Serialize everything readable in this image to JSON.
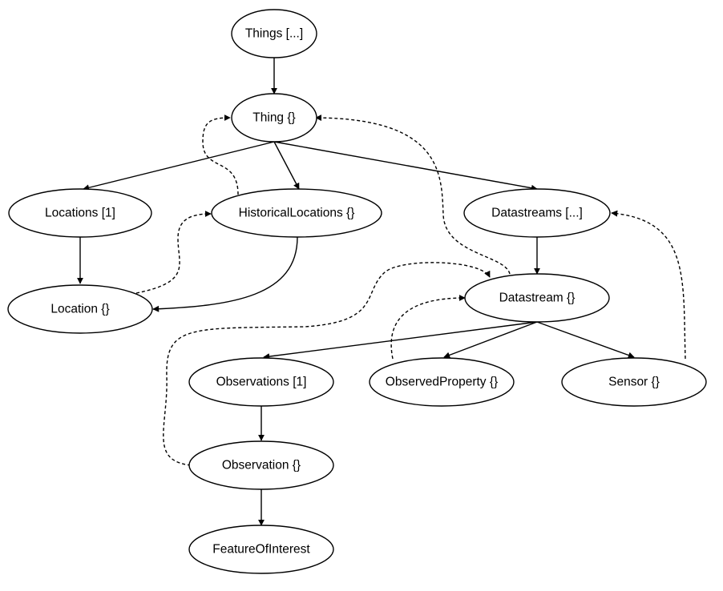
{
  "nodes": [
    {
      "id": "things",
      "label": "Things [...]"
    },
    {
      "id": "thing",
      "label": "Thing {}"
    },
    {
      "id": "locations",
      "label": "Locations [1]"
    },
    {
      "id": "historical-locations",
      "label": "HistoricalLocations {}"
    },
    {
      "id": "datastreams",
      "label": "Datastreams [...]"
    },
    {
      "id": "location",
      "label": "Location {}"
    },
    {
      "id": "datastream",
      "label": "Datastream {}"
    },
    {
      "id": "observations",
      "label": "Observations [1]"
    },
    {
      "id": "observed-property",
      "label": "ObservedProperty {}"
    },
    {
      "id": "sensor",
      "label": "Sensor {}"
    },
    {
      "id": "observation",
      "label": "Observation {}"
    },
    {
      "id": "feature-of-interest",
      "label": "FeatureOfInterest"
    }
  ],
  "edges": [
    {
      "from": "things",
      "to": "thing",
      "style": "solid"
    },
    {
      "from": "thing",
      "to": "locations",
      "style": "solid"
    },
    {
      "from": "thing",
      "to": "historical-locations",
      "style": "solid"
    },
    {
      "from": "thing",
      "to": "datastreams",
      "style": "solid"
    },
    {
      "from": "locations",
      "to": "location",
      "style": "solid"
    },
    {
      "from": "historical-locations",
      "to": "location",
      "style": "solid"
    },
    {
      "from": "datastreams",
      "to": "datastream",
      "style": "solid"
    },
    {
      "from": "datastream",
      "to": "observations",
      "style": "solid"
    },
    {
      "from": "datastream",
      "to": "observed-property",
      "style": "solid"
    },
    {
      "from": "datastream",
      "to": "sensor",
      "style": "solid"
    },
    {
      "from": "observations",
      "to": "observation",
      "style": "solid"
    },
    {
      "from": "observation",
      "to": "feature-of-interest",
      "style": "solid"
    },
    {
      "from": "historical-locations",
      "to": "thing",
      "style": "dashed"
    },
    {
      "from": "location",
      "to": "historical-locations",
      "style": "dashed"
    },
    {
      "from": "datastream",
      "to": "thing",
      "style": "dashed"
    },
    {
      "from": "observation",
      "to": "datastream",
      "style": "dashed"
    },
    {
      "from": "observed-property",
      "to": "datastream",
      "style": "dashed"
    },
    {
      "from": "sensor",
      "to": "datastreams",
      "style": "dashed"
    }
  ]
}
